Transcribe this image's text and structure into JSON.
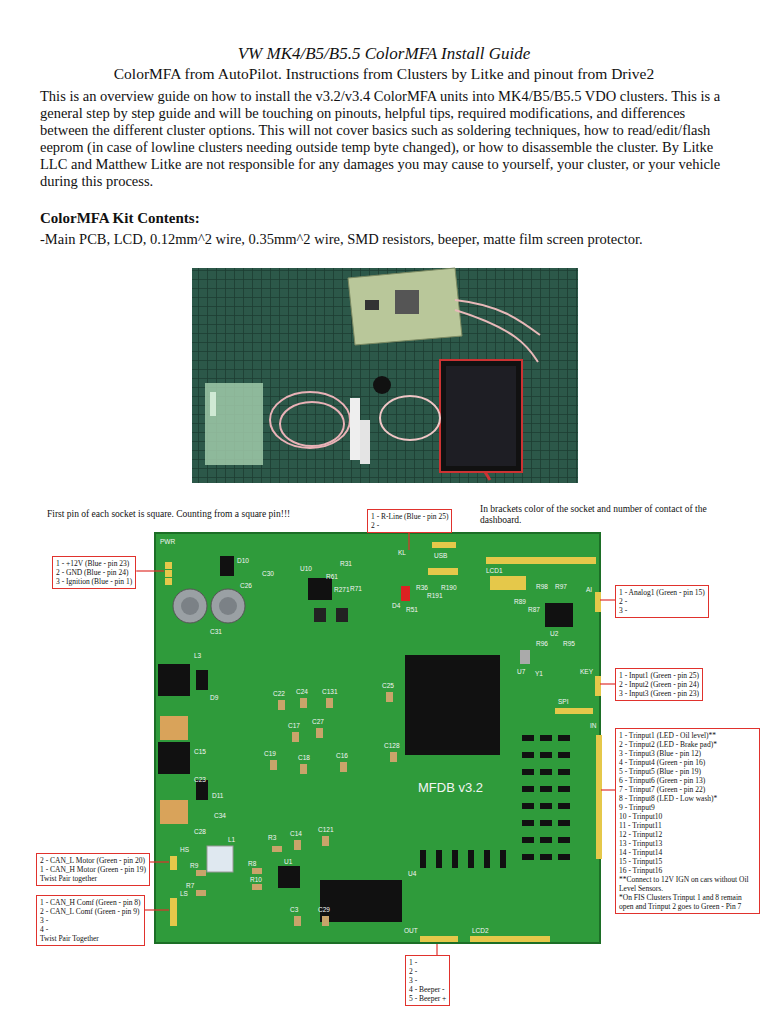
{
  "diagram": {
    "title": "VW MK4/B5/B5.5 ColorMFA Install Guide",
    "nodes": [
      {
        "text": [
          "1 - R-Line (Blue - pin 25)",
          "2 -"
        ]
      },
      {
        "text": [
          "1 - +12V (Blue - pin 23)",
          "2 - GND (Blue - pin 24)",
          "3 - Ignition (Blue - pin 1)"
        ]
      },
      {
        "text": [
          "1 - Analog1 (Green - pin 15)",
          "2 -",
          "3 -"
        ]
      },
      {
        "text": [
          "1 - Input1 (Green - pin 25)",
          "2 - Input2 (Green - pin 24)",
          "3 - Input3 (Green - pin 23)"
        ]
      },
      {
        "text": [
          "1 - Trinput1 (LED - Oil level)**",
          "2 - Trinput2 (LED - Brake pad)*",
          "3 - Trinput3 (Blue - pin 12)",
          "4 - Trinput4 (Green - pin 16)",
          "5 - Trinput5 (Blue - pin 19)",
          "6 - Trinput6 (Green - pin 13)",
          "7 - Trinput7 (Green - pin 22)",
          "8 - Trinput8 (LED - Low wash)*",
          "9 - Trinput9",
          "10 - Trinput10",
          "11 - Trinput11",
          "12 - Trinput12",
          "13 - Trinput13",
          "14 - Trinput14",
          "15 - Trinput15",
          "16 - Trinput16",
          "**Connect to 12V IGN on cars without Oil Level Sensors.",
          "*On FIS Clusters Trinput 1 and 8 remain open and Trinput 2 goes to Green - Pin 7"
        ]
      },
      {
        "text": [
          "2 - CAN_L Motor (Green - pin 20)",
          "1 - CAN_H Motor (Green - pin 19)",
          "Twist Pair together"
        ]
      },
      {
        "text": [
          "1 - CAN_H Comf (Green - pin 8)",
          "2 - CAN_L Comf (Green - pin 9)",
          "3 -",
          "4 -",
          "Twist Pair Together"
        ]
      },
      {
        "text": [
          "1 -",
          "2 -",
          "3 -",
          "4 - Beeper -",
          "5 - Beeper +"
        ]
      }
    ],
    "labels": [
      "ColorMFA from AutoPilot. Instructions from Clusters by Litke and pinout from Drive2",
      "This is an overview guide on how to install the v3.2/v3.4 ColorMFA units into MK4/B5/B5.5 VDO clusters. This is a general step by step guide and will be touching on pinouts, helpful tips, required modifications, and differences between the different cluster options. This will not cover basics such as soldering techniques, how to read/edit/flash eeprom (in case of lowline clusters needing outside temp byte changed), or how to disassemble the cluster. By Litke LLC and Matthew Litke are not responsible for any damages you may cause to yourself, your cluster, or your vehicle during this process.",
      "ColorMFA Kit Contents:",
      "-Main PCB, LCD, 0.12mm^2 wire, 0.35mm^2 wire, SMD resistors, beeper, matte film screen protector.",
      "First pin of each socket is square. Counting from a square pin!!!",
      "In brackets color of the socket and number of contact of the dashboard.",
      "PWR",
      "D10",
      "C26",
      "C30",
      "U10",
      "R31",
      "R61",
      "R271",
      "R71",
      "KL",
      "USB",
      "D4",
      "R51",
      "R36",
      "R191",
      "R190",
      "LCD1",
      "R98",
      "R97",
      "AI",
      "U2",
      "R89",
      "R87",
      "R96",
      "R95",
      "KEY",
      "U7",
      "Y1",
      "SPI",
      "IN",
      "C31",
      "L3",
      "D9",
      "C22",
      "C24",
      "C131",
      "C25",
      "C15",
      "C23",
      "C17",
      "C27",
      "C19",
      "C18",
      "C16",
      "C128",
      "D11",
      "C28",
      "C34",
      "MFDB v3.2",
      "HS",
      "R9",
      "R7",
      "L1",
      "R3",
      "C14",
      "C121",
      "R8",
      "R10",
      "U1",
      "LS",
      "C3",
      "C29",
      "U4",
      "LCD2",
      "OUT"
    ]
  }
}
